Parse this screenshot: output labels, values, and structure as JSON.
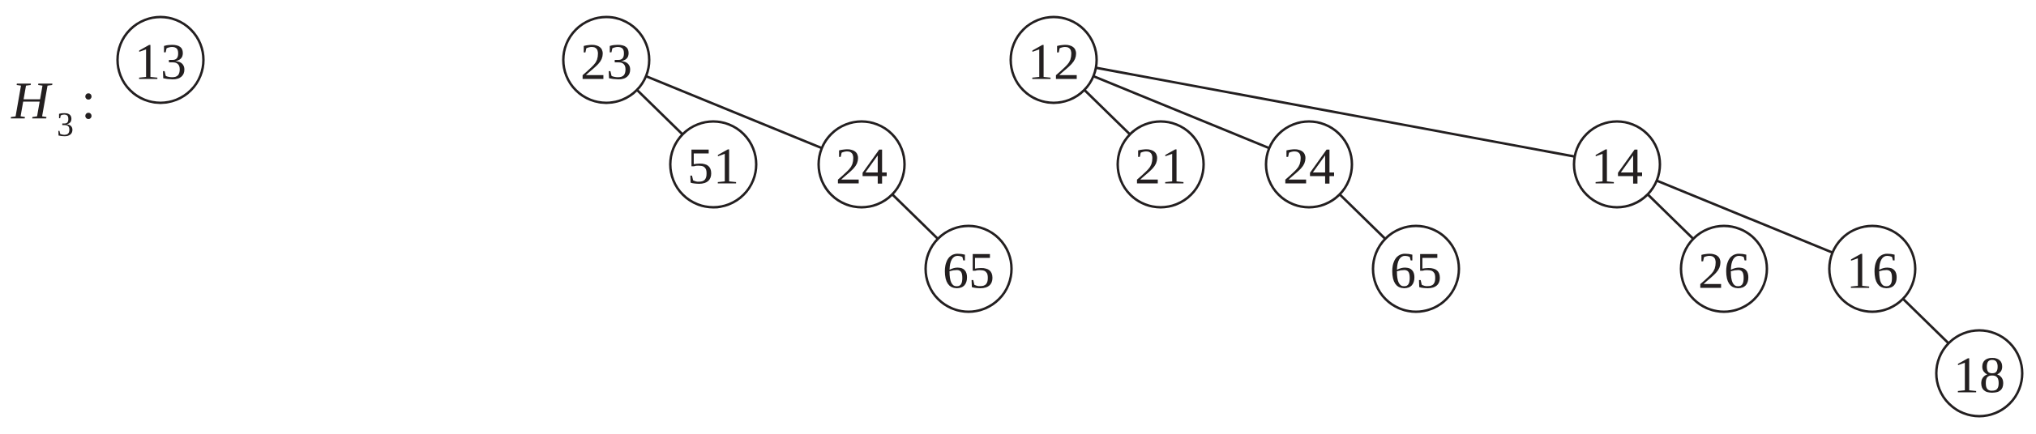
{
  "heap_label": {
    "name": "H",
    "subscript": "3",
    "colon": ":"
  },
  "trees": [
    {
      "id": "tree-1",
      "nodes": [
        {
          "id": "t1-n13",
          "label": "13"
        }
      ],
      "edges": []
    },
    {
      "id": "tree-2",
      "nodes": [
        {
          "id": "t2-n23",
          "label": "23"
        },
        {
          "id": "t2-n51",
          "label": "51"
        },
        {
          "id": "t2-n24",
          "label": "24"
        },
        {
          "id": "t2-n65",
          "label": "65"
        }
      ],
      "edges": [
        [
          "t2-n23",
          "t2-n51"
        ],
        [
          "t2-n23",
          "t2-n24"
        ],
        [
          "t2-n24",
          "t2-n65"
        ]
      ]
    },
    {
      "id": "tree-3",
      "nodes": [
        {
          "id": "t3-n12",
          "label": "12"
        },
        {
          "id": "t3-n21",
          "label": "21"
        },
        {
          "id": "t3-n24",
          "label": "24"
        },
        {
          "id": "t3-n65",
          "label": "65"
        },
        {
          "id": "t3-n14",
          "label": "14"
        },
        {
          "id": "t3-n26",
          "label": "26"
        },
        {
          "id": "t3-n16",
          "label": "16"
        },
        {
          "id": "t3-n18",
          "label": "18"
        }
      ],
      "edges": [
        [
          "t3-n12",
          "t3-n21"
        ],
        [
          "t3-n12",
          "t3-n24"
        ],
        [
          "t3-n12",
          "t3-n14"
        ],
        [
          "t3-n24",
          "t3-n65"
        ],
        [
          "t3-n14",
          "t3-n26"
        ],
        [
          "t3-n14",
          "t3-n16"
        ],
        [
          "t3-n16",
          "t3-n18"
        ]
      ]
    }
  ]
}
